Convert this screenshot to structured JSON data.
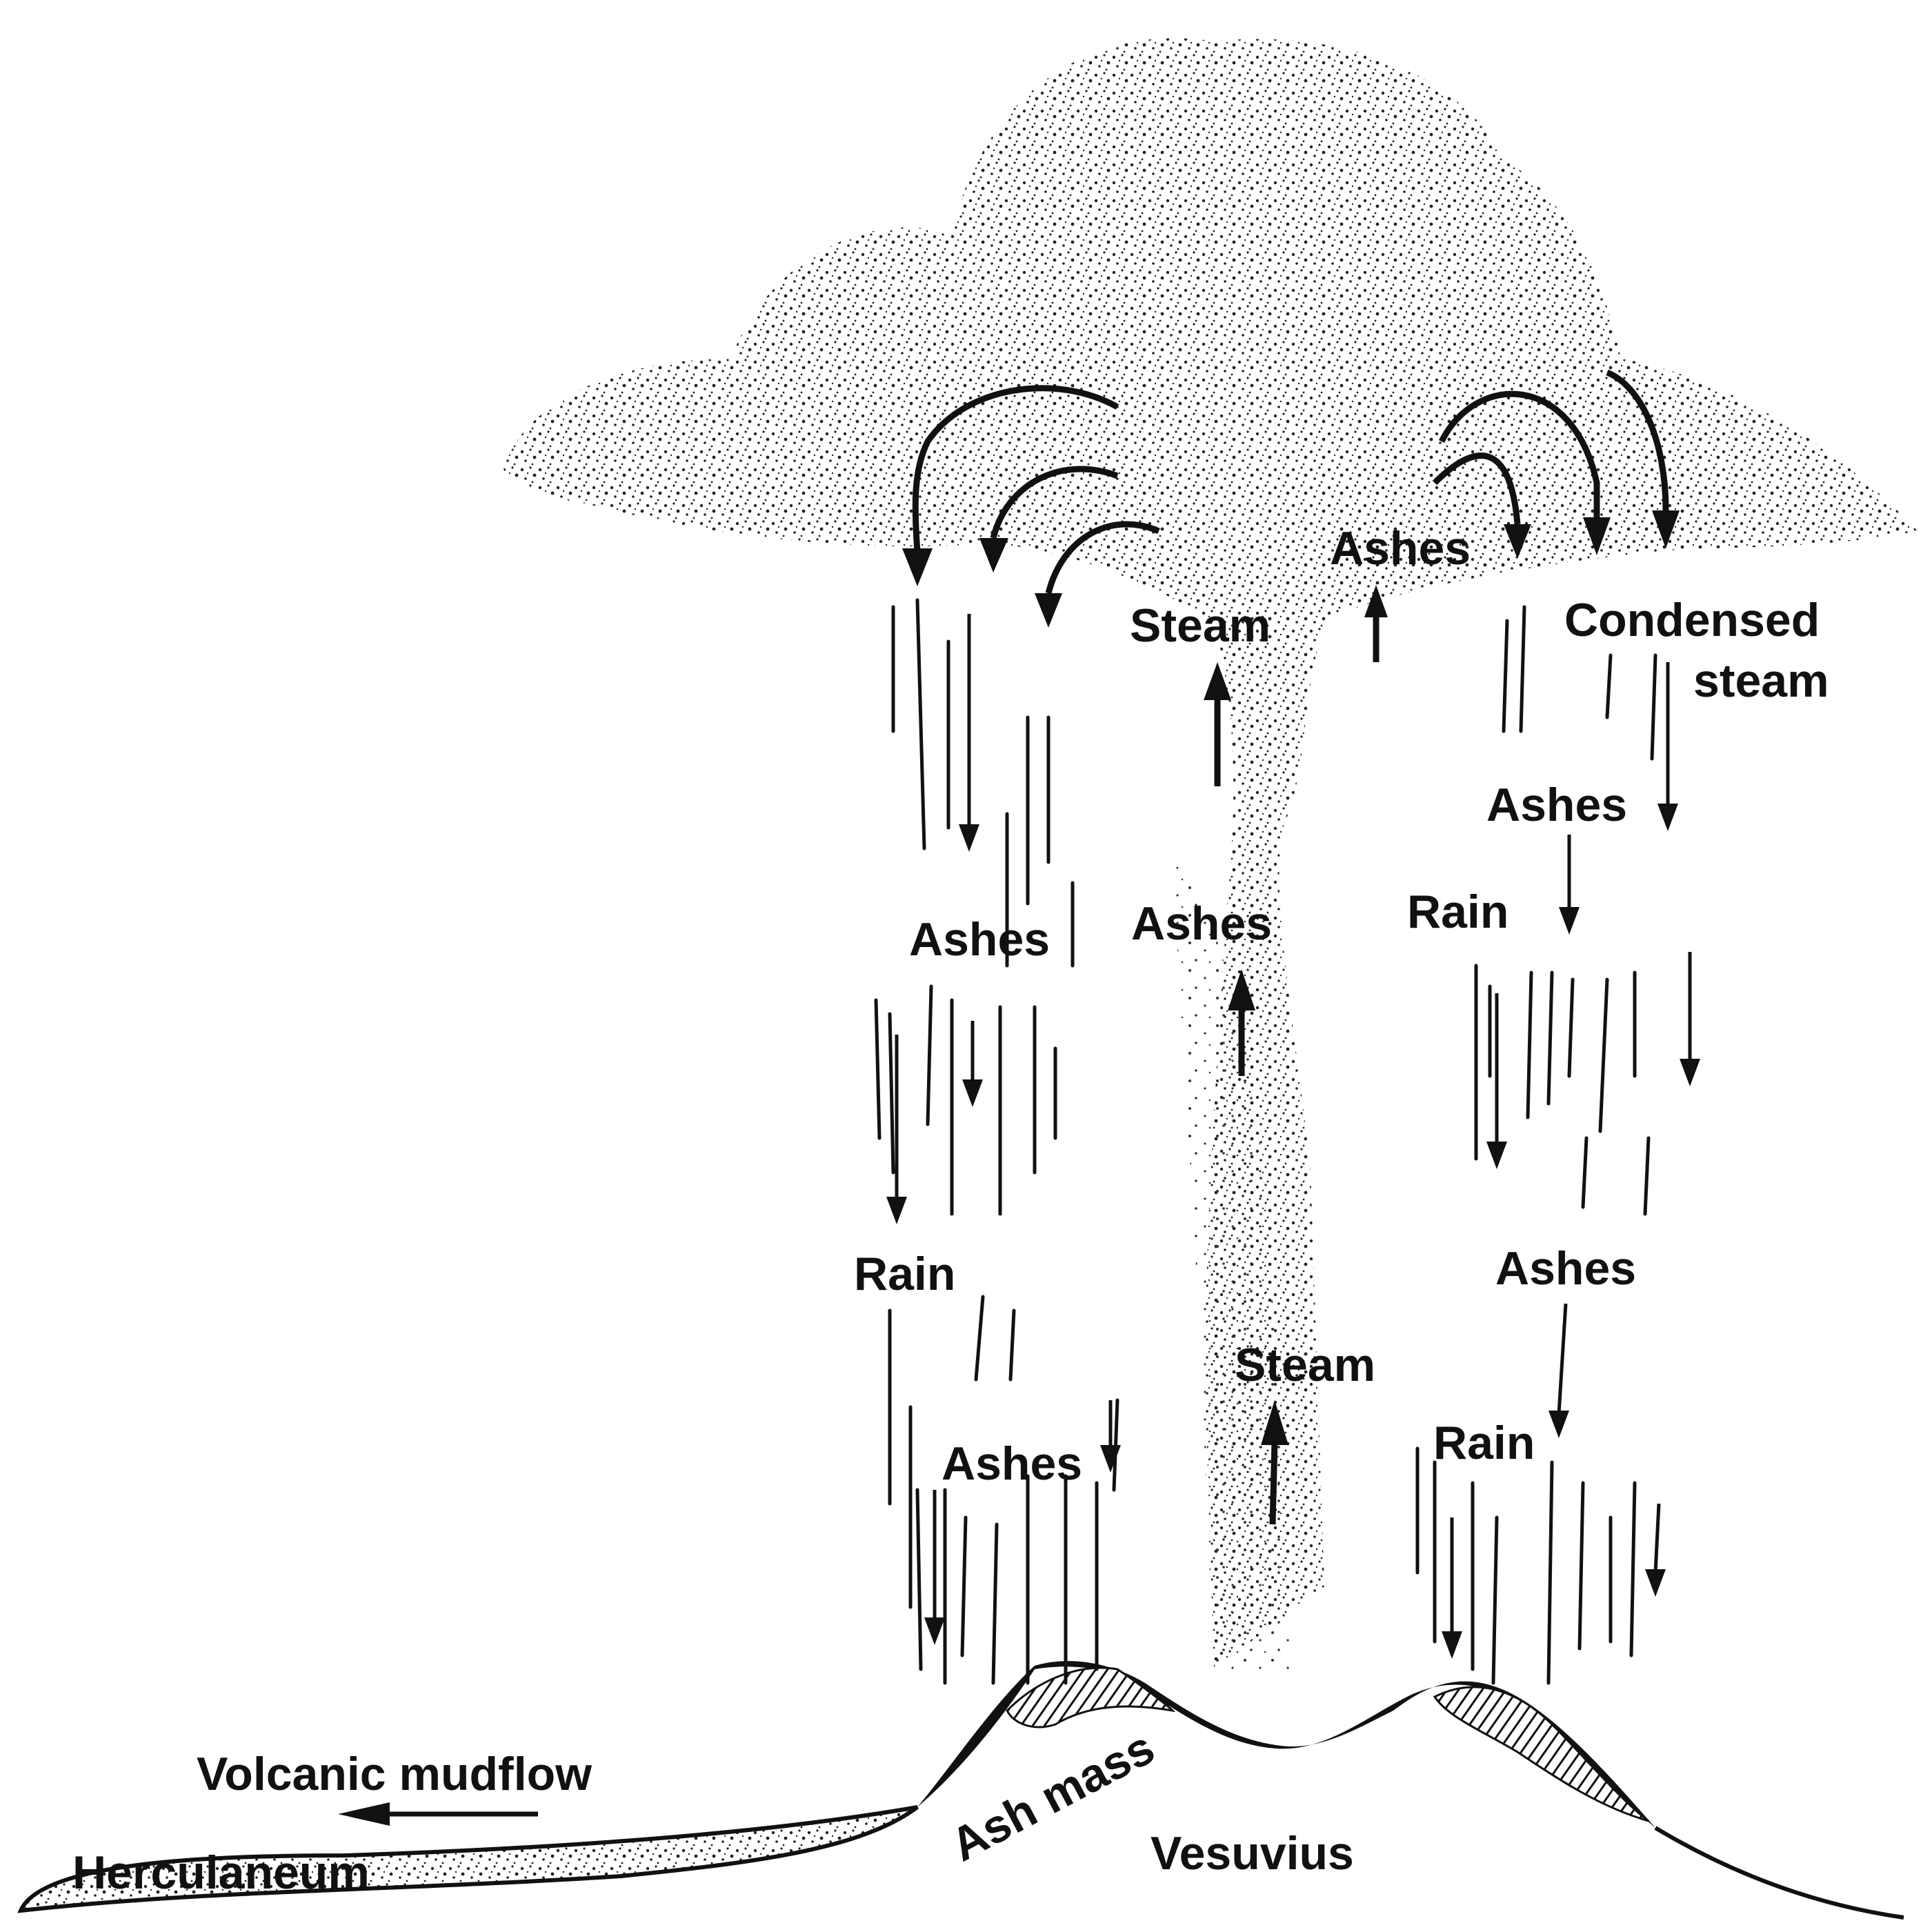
{
  "labels": {
    "steam_top": "Steam",
    "ashes_top_center": "Ashes",
    "condensed_steam_line1": "Condensed",
    "condensed_steam_line2": "steam",
    "ashes_left_1": "Ashes",
    "ashes_center_mid": "Ashes",
    "ashes_right_1": "Ashes",
    "rain_right_1": "Rain",
    "rain_left": "Rain",
    "ashes_right_2": "Ashes",
    "steam_lower": "Steam",
    "ashes_left_2": "Ashes",
    "rain_right_2": "Rain",
    "volcanic_mudflow": "Volcanic mudflow",
    "herculaneum": "Herculaneum",
    "ash_mass": "Ash mass",
    "vesuvius": "Vesuvius"
  },
  "colors": {
    "ink": "#111111",
    "background": "#ffffff"
  }
}
